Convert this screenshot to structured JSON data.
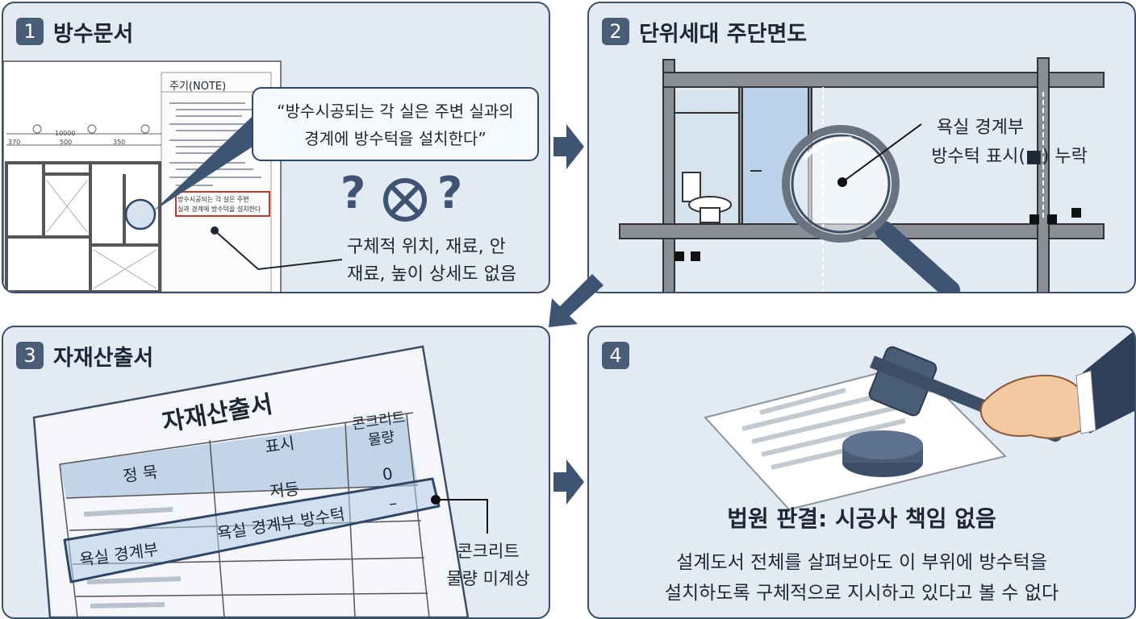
{
  "panels": [
    {
      "number": "1",
      "title": "방수문서"
    },
    {
      "number": "2",
      "title": "단위세대 주단면도"
    },
    {
      "number": "3",
      "title": "자재산출서"
    },
    {
      "number": "4",
      "title": ""
    }
  ],
  "panel1": {
    "note_header": "주기(NOTE)",
    "callout_line1": "“방수시공되는 각 실은 주변 실과의",
    "callout_line2": "경계에 방수턱을 설치한다”",
    "missing_line1": "구체적 위치, 재료, 안",
    "missing_line2": "재료, 높이 상세도 없음",
    "highlight_line1": "방수시공되는 각 실은 주변",
    "highlight_line2": "실과 경계에 방수턱을 설치한다",
    "dim_total": "10000",
    "dim_a": "370",
    "dim_b": "500",
    "dim_c": "350"
  },
  "panel2": {
    "label_line1": "욕실 경계부",
    "label_line2": "방수턱 표시(■) 누락"
  },
  "panel3": {
    "doc_title": "자재산출서",
    "col_item": "정  묵",
    "col_mark": "표시",
    "col_qty_line1": "콘크리트",
    "col_qty_line2": "물량",
    "row1_mark": "저등",
    "row1_qty": "0",
    "row2_qty": "–",
    "highlight_item": "욕실 경계부",
    "highlight_mark": "욕실 경계부 방수턱",
    "side_line1": "콘크리트",
    "side_line2": "물량 미계상"
  },
  "panel4": {
    "verdict": "법원 판결: 시공사 책임 없음",
    "detail_line1": "설계도서 전체를 살펴보아도 이 부위에 방수턱을",
    "detail_line2": "설치하도록 구체적으로 지시하고 있다고 볼 수 없다"
  },
  "icons": [
    "question-icon",
    "prohibited-icon",
    "magnifier-icon",
    "gavel-icon",
    "hand-icon"
  ],
  "colors": {
    "panel_bg": "#e2eaf3",
    "border": "#3d4f66",
    "badge": "#4a5d76",
    "highlight_red": "#c0392b"
  }
}
